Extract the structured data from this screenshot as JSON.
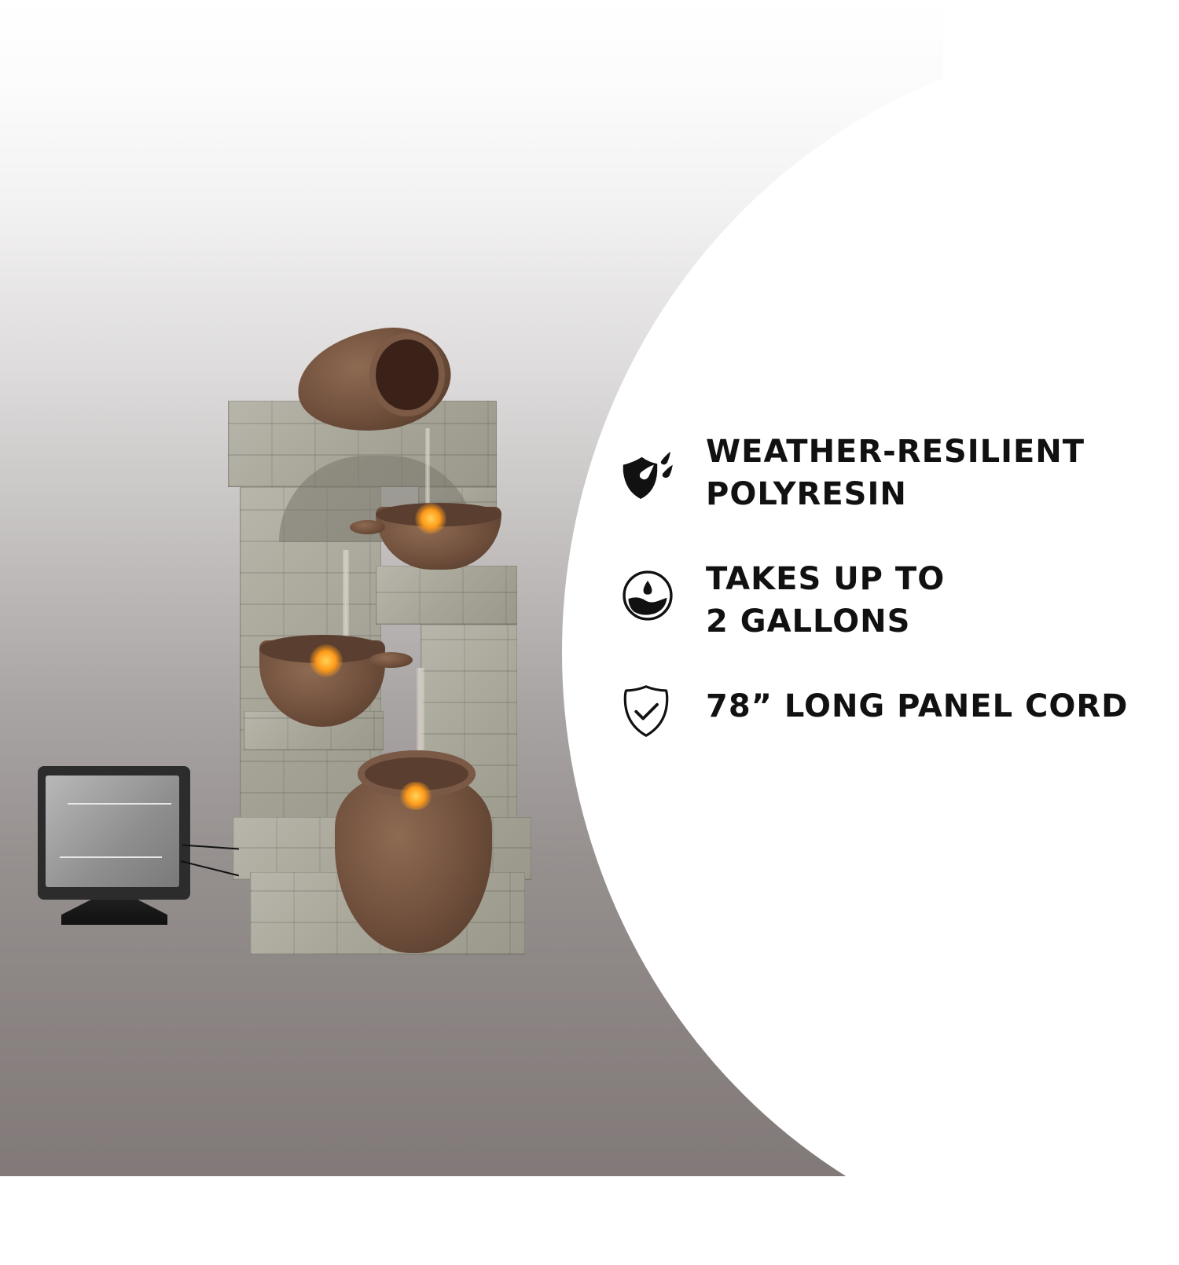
{
  "colors": {
    "background_top": "#ffffff",
    "background_bottom": "#817a79",
    "panel": "#ffffff",
    "text": "#111111",
    "icon": "#111111",
    "pot_brown": "#6f4f3c",
    "stone_gray": "#a7a597",
    "light_glow": "#ff9b1a"
  },
  "product": {
    "subject": "tiered pouring-jar solar water fountain with LED lights",
    "accessory": "solar panel on stand with cord"
  },
  "features": [
    {
      "icon": "shield-raindrops-icon",
      "text": "WEATHER-RESILIENT\nPOLYRESIN"
    },
    {
      "icon": "water-capacity-icon",
      "text": "TAKES UP TO\n2 GALLONS"
    },
    {
      "icon": "shield-check-icon",
      "text": "78” LONG PANEL CORD"
    }
  ]
}
